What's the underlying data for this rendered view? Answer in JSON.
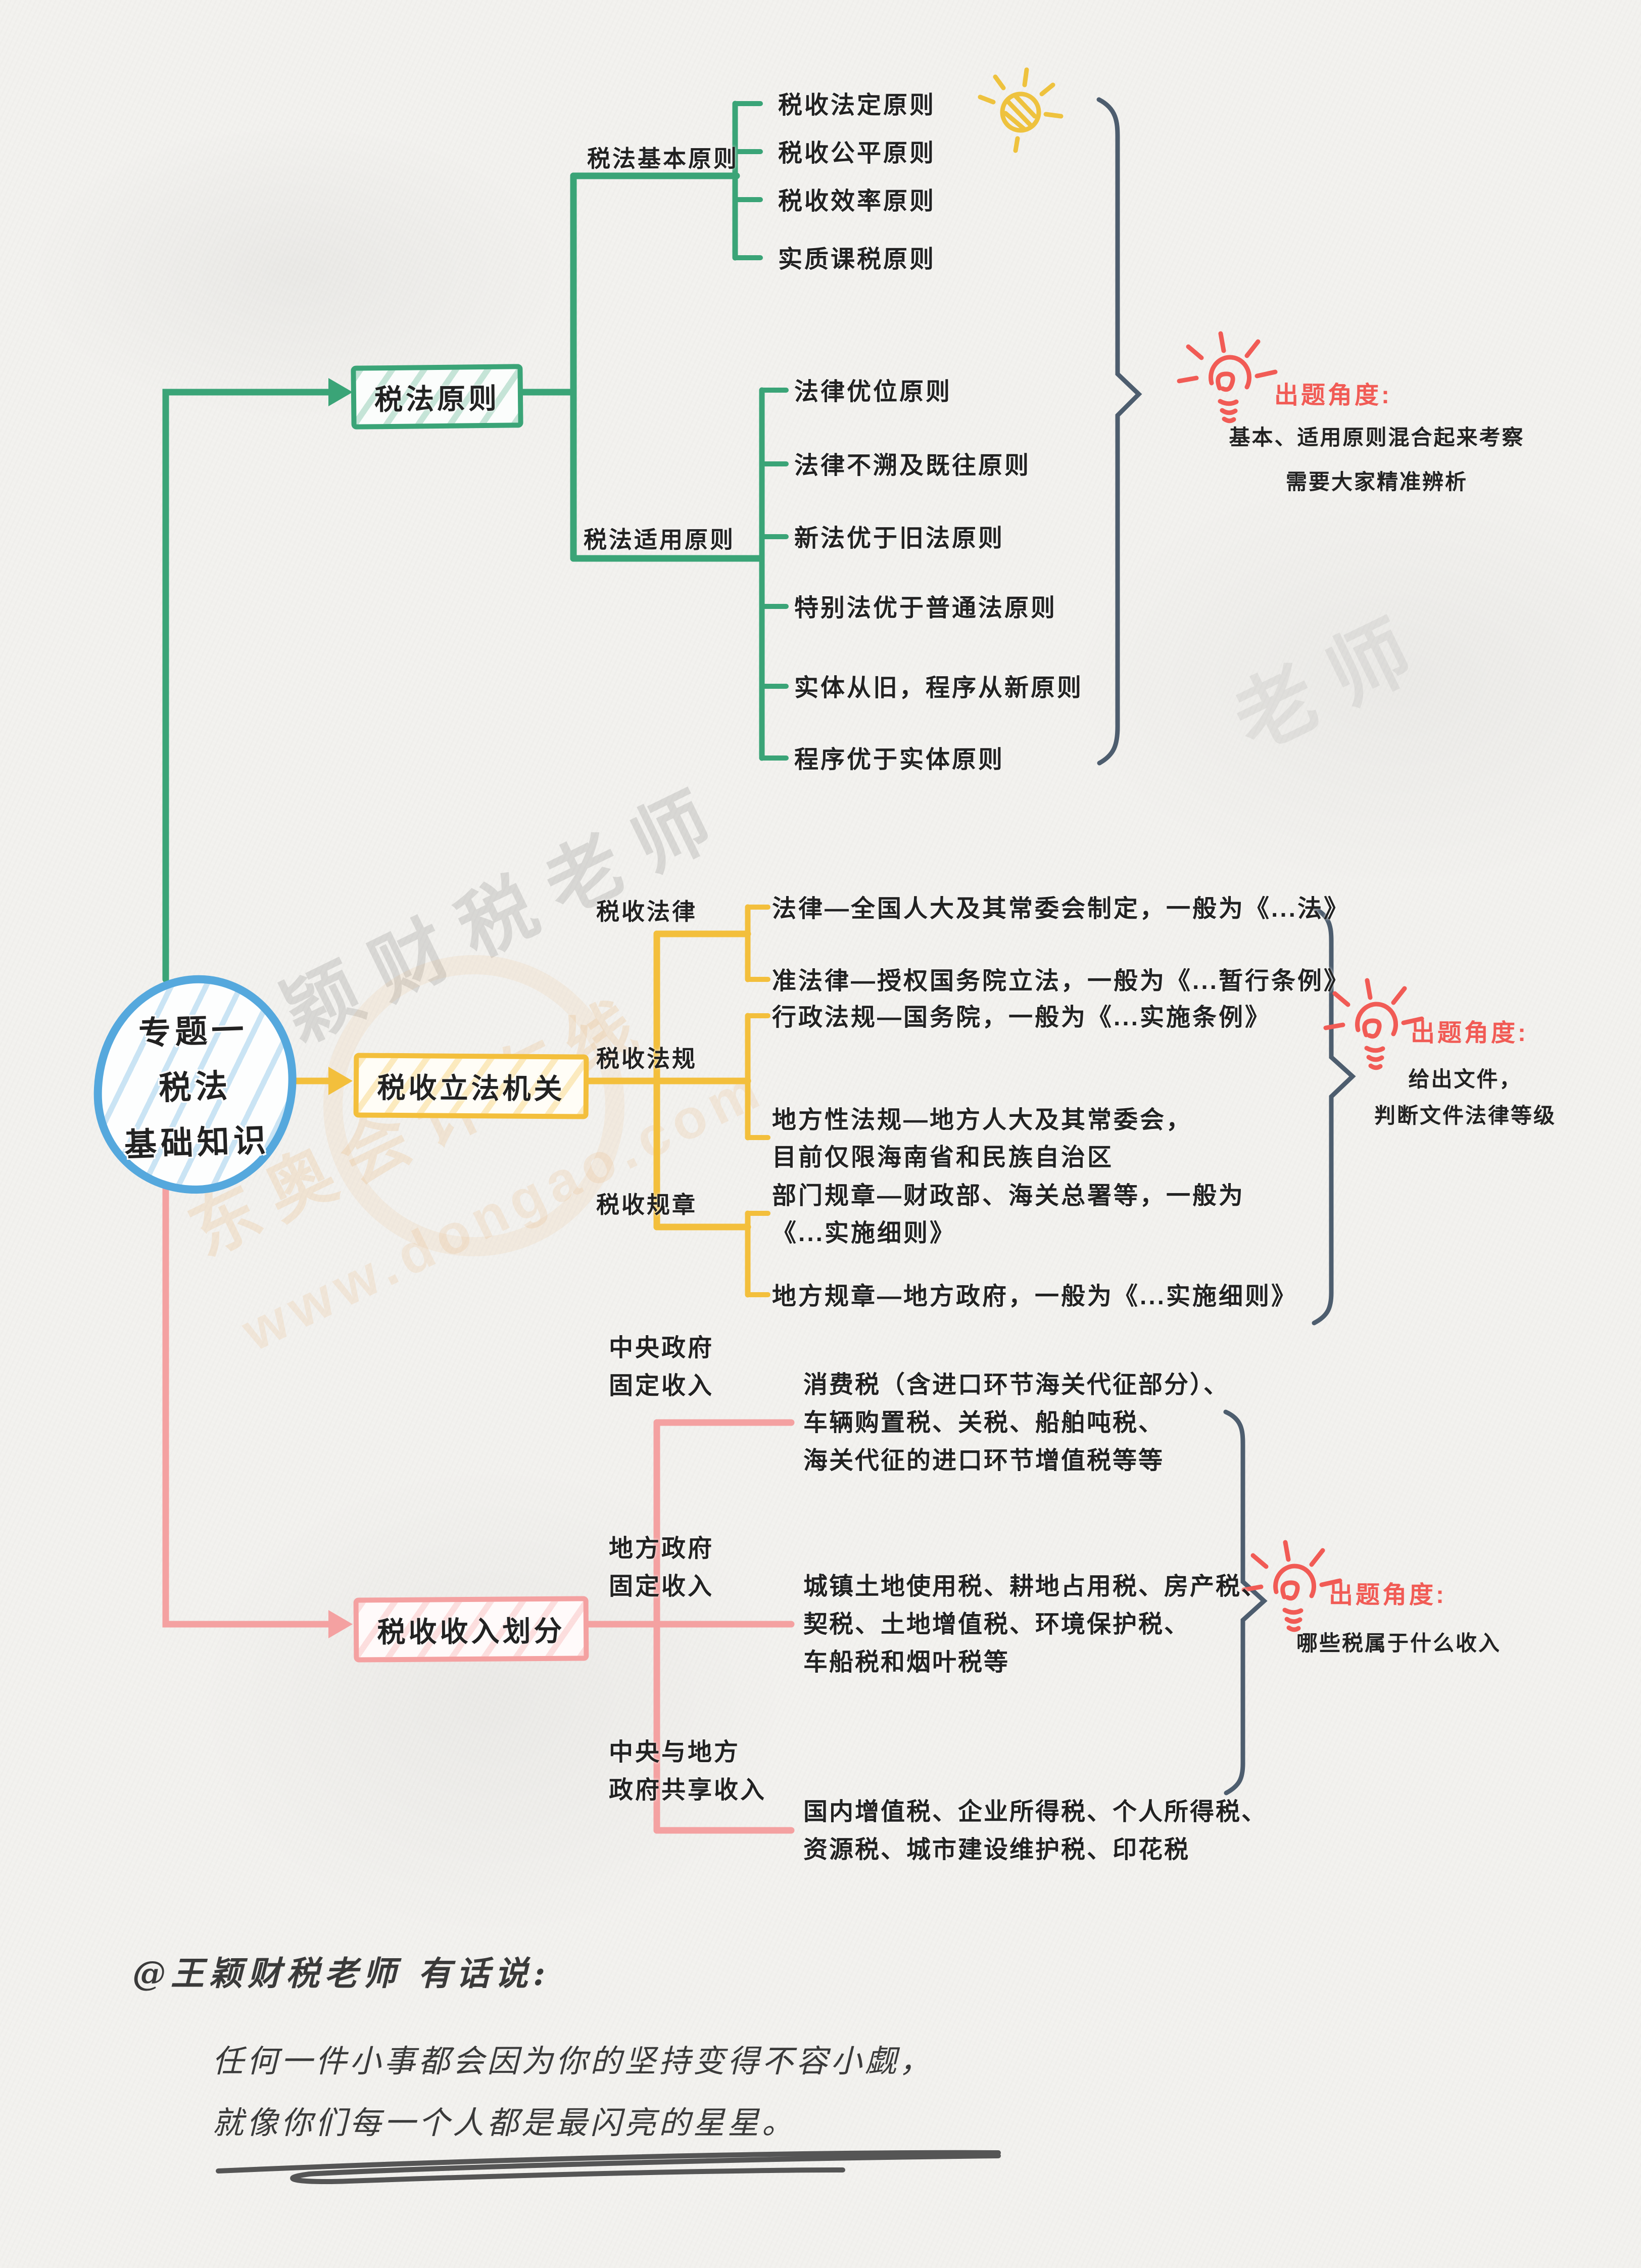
{
  "root": {
    "lines": [
      "专题一",
      "税法",
      "基础知识"
    ]
  },
  "sections": {
    "principles": {
      "box": "税法原则",
      "basic": {
        "label": "税法基本原则",
        "leaves": [
          "税收法定原则",
          "税收公平原则",
          "税收效率原则",
          "实质课税原则"
        ]
      },
      "applicable": {
        "label": "税法适用原则",
        "leaves": [
          "法律优位原则",
          "法律不溯及既往原则",
          "新法优于旧法原则",
          "特别法优于普通法原则",
          "实体从旧，程序从新原则",
          "程序优于实体原则"
        ]
      },
      "annotation": {
        "title": "出题角度:",
        "lines": [
          "基本、适用原则混合起来考察",
          "需要大家精准辨析"
        ]
      }
    },
    "legislation": {
      "box": "税收立法机关",
      "branches": [
        {
          "label": "税收法律",
          "leaves": [
            {
              "lines": [
                "法律—全国人大及其常委会制定，一般为《...法》"
              ]
            },
            {
              "lines": [
                "准法律—授权国务院立法，一般为《...暂行条例》"
              ]
            }
          ]
        },
        {
          "label": "税收法规",
          "leaves": [
            {
              "lines": [
                "行政法规—国务院，一般为《...实施条例》"
              ]
            },
            {
              "lines": [
                "地方性法规—地方人大及其常委会，",
                "目前仅限海南省和民族自治区"
              ]
            }
          ]
        },
        {
          "label": "税收规章",
          "leaves": [
            {
              "lines": [
                "部门规章—财政部、海关总署等，一般为",
                "《...实施细则》"
              ]
            },
            {
              "lines": [
                "地方规章—地方政府，一般为《...实施细则》"
              ]
            }
          ]
        }
      ],
      "annotation": {
        "title": "出题角度:",
        "lines": [
          "给出文件，",
          "判断文件法律等级"
        ]
      }
    },
    "revenue": {
      "box": "税收收入划分",
      "branches": [
        {
          "label_lines": [
            "中央政府",
            "固定收入"
          ],
          "leaf_lines": [
            "消费税（含进口环节海关代征部分）、",
            "车辆购置税、关税、船舶吨税、",
            "海关代征的进口环节增值税等等"
          ]
        },
        {
          "label_lines": [
            "地方政府",
            "固定收入"
          ],
          "leaf_lines": [
            "城镇土地使用税、耕地占用税、房产税、",
            "契税、土地增值税、环境保护税、",
            "车船税和烟叶税等"
          ]
        },
        {
          "label_lines": [
            "中央与地方",
            "政府共享收入"
          ],
          "leaf_lines": [
            "国内增值税、企业所得税、个人所得税、",
            "资源税、城市建设维护税、印花税"
          ]
        }
      ],
      "annotation": {
        "title": "出题角度:",
        "lines": [
          "哪些税属于什么收入"
        ]
      }
    }
  },
  "footer": {
    "handle": "@王颖财税老师 有话说:",
    "lines": [
      "任何一件小事都会因为你的坚持变得不容小觑，",
      "就像你们每一个人都是最闪亮的星星。"
    ]
  },
  "watermarks": {
    "brand": "@ 王 颖 财 税 老 师",
    "site": "东奥会计在线",
    "url": "www.dongao.com",
    "corner": "老 师"
  },
  "colors": {
    "green": "#3aa477",
    "yellow": "#f3bf3c",
    "pink": "#f4a1a1",
    "blue": "#55a8dd",
    "red": "#f15b55",
    "brace": "#4d5d6e",
    "ink": "#222222"
  }
}
